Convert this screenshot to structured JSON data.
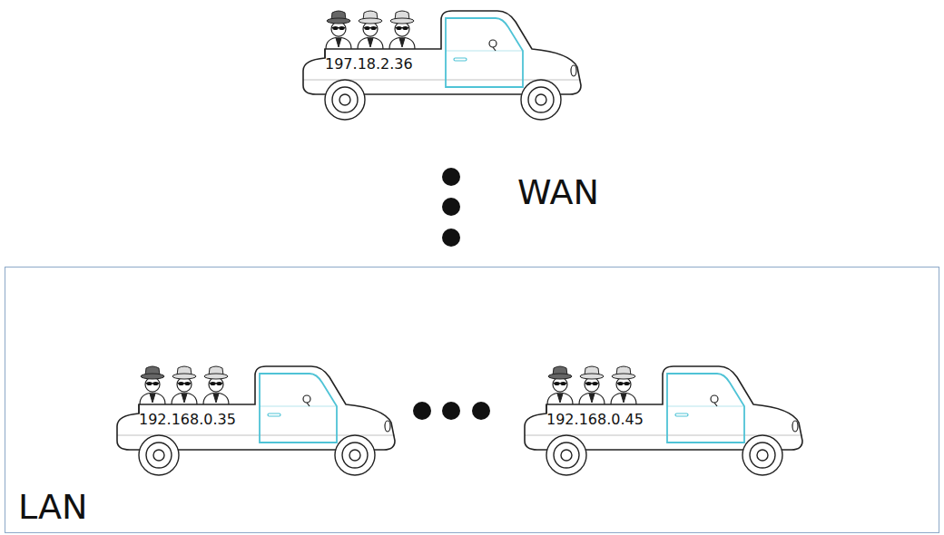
{
  "diagram": {
    "nodes": [
      {
        "text": [
          "197.18.2.36"
        ]
      },
      {
        "text": [
          "LAN"
        ]
      },
      {
        "text": [
          "192.168.0.35"
        ],
        "in": 1
      },
      {
        "text": [
          "192.168.0.45"
        ],
        "in": 1
      }
    ],
    "labels": [
      "WAN"
    ]
  }
}
